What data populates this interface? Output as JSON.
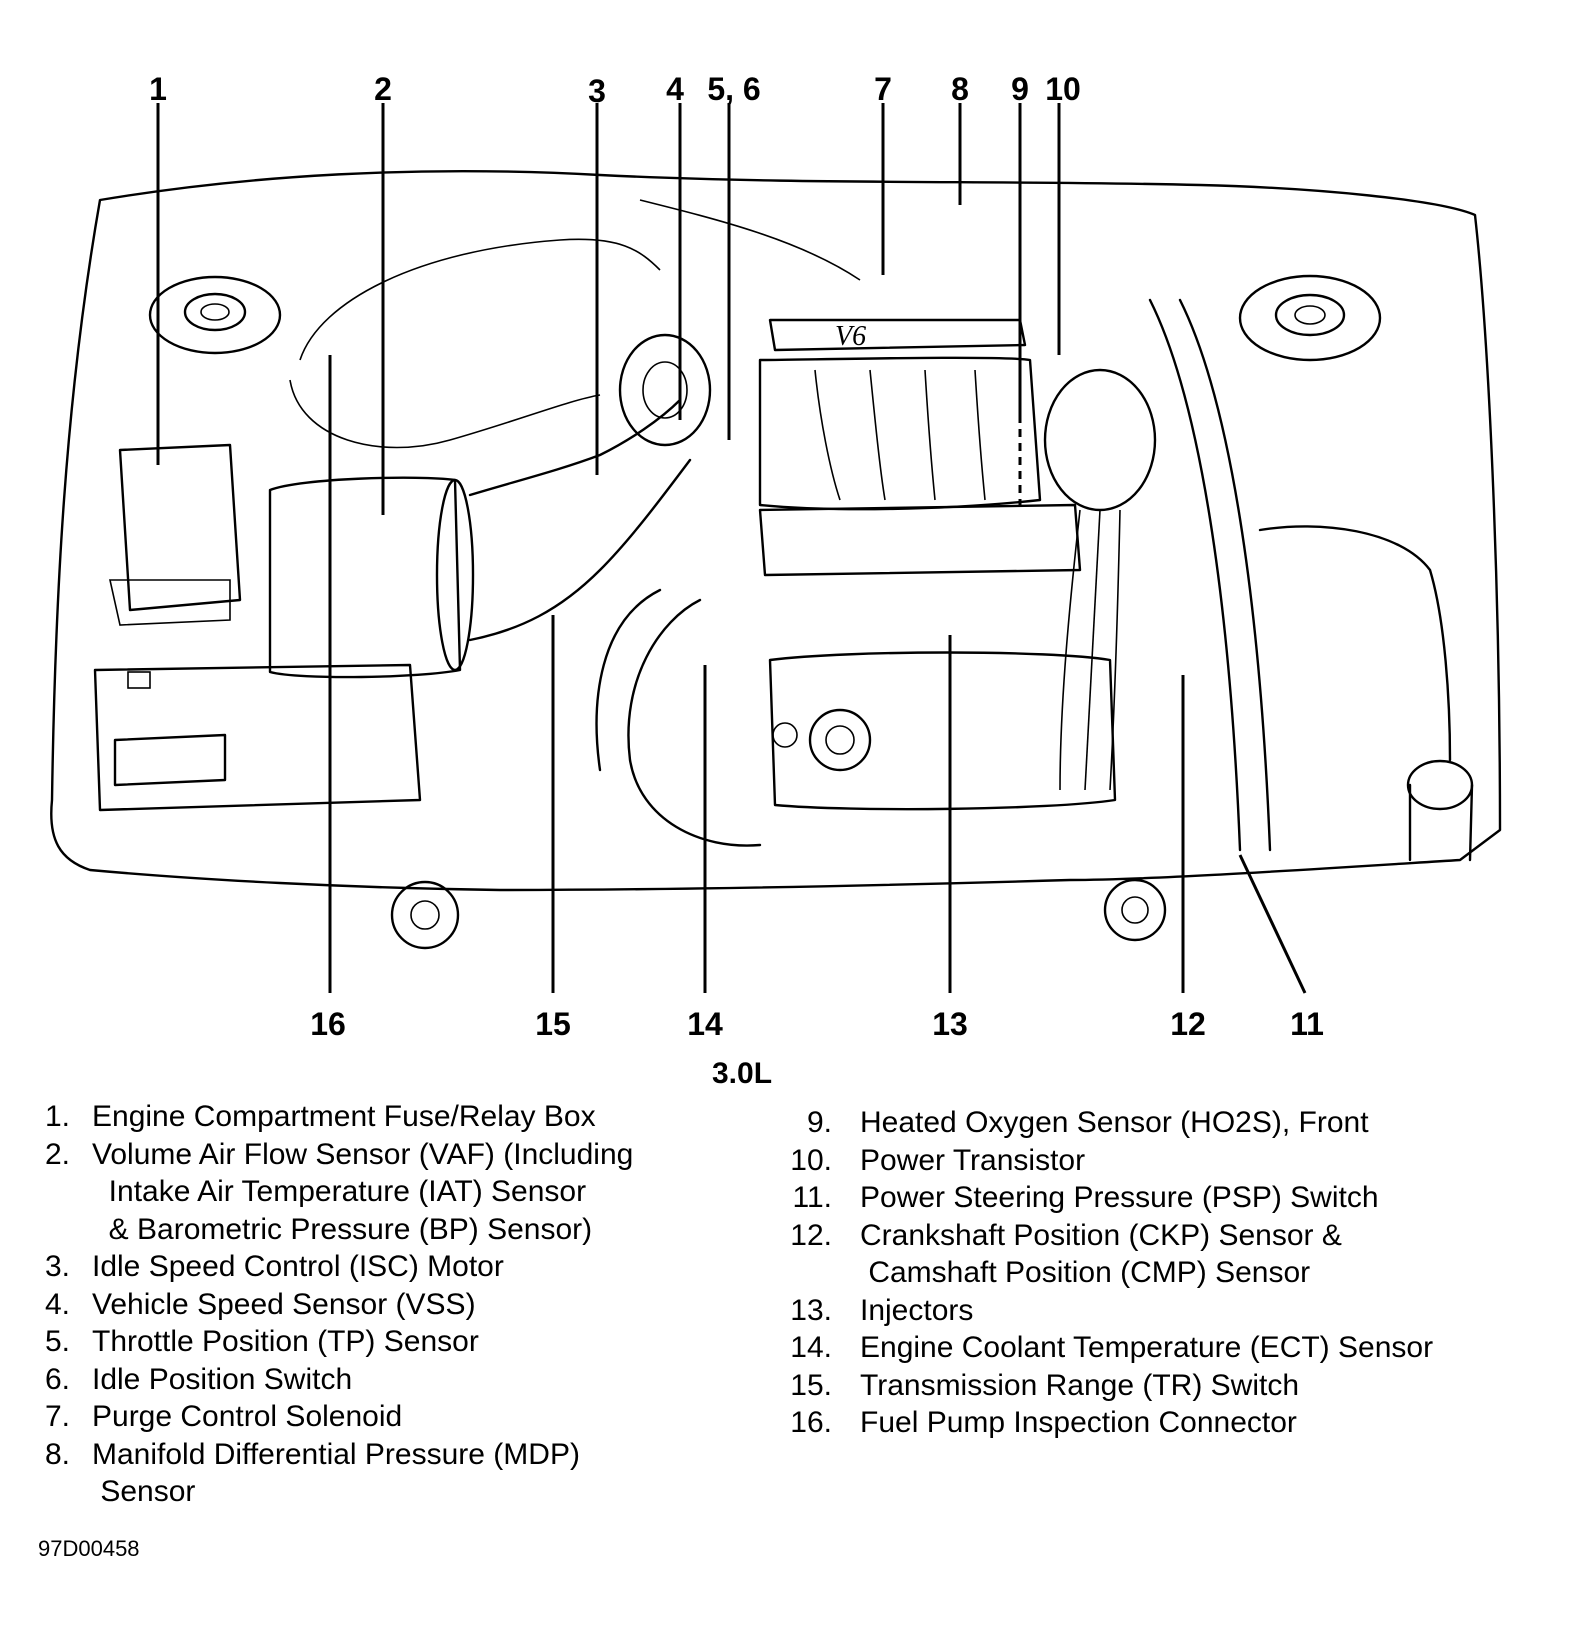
{
  "diagram": {
    "engine_label": "3.0L",
    "cover_text": "V6",
    "callouts_top": [
      "1",
      "2",
      "3",
      "4",
      "5, 6",
      "7",
      "8",
      "9",
      "10"
    ],
    "callouts_bottom": [
      "16",
      "15",
      "14",
      "13",
      "12",
      "11"
    ]
  },
  "legend": {
    "left": [
      {
        "num": "1.",
        "lines": [
          "Engine Compartment Fuse/Relay Box"
        ]
      },
      {
        "num": "2.",
        "lines": [
          "Volume Air Flow Sensor (VAF) (Including",
          "  Intake Air Temperature (IAT) Sensor",
          "  & Barometric Pressure (BP) Sensor)"
        ]
      },
      {
        "num": "3.",
        "lines": [
          "Idle Speed Control (ISC) Motor"
        ]
      },
      {
        "num": "4.",
        "lines": [
          "Vehicle Speed Sensor (VSS)"
        ]
      },
      {
        "num": "5.",
        "lines": [
          "Throttle Position (TP) Sensor"
        ]
      },
      {
        "num": "6.",
        "lines": [
          "Idle Position Switch"
        ]
      },
      {
        "num": "7.",
        "lines": [
          "Purge Control Solenoid"
        ]
      },
      {
        "num": "8.",
        "lines": [
          "Manifold Differential Pressure (MDP)",
          " Sensor"
        ]
      }
    ],
    "right": [
      {
        "num": "9.",
        "lines": [
          "Heated Oxygen Sensor (HO2S), Front"
        ]
      },
      {
        "num": "10.",
        "lines": [
          "Power Transistor"
        ]
      },
      {
        "num": "11.",
        "lines": [
          "Power Steering Pressure (PSP) Switch"
        ]
      },
      {
        "num": "12.",
        "lines": [
          "Crankshaft Position (CKP) Sensor &",
          " Camshaft Position (CMP) Sensor"
        ]
      },
      {
        "num": "13.",
        "lines": [
          "Injectors"
        ]
      },
      {
        "num": "14.",
        "lines": [
          "Engine Coolant Temperature (ECT) Sensor"
        ]
      },
      {
        "num": "15.",
        "lines": [
          "Transmission Range (TR) Switch"
        ]
      },
      {
        "num": "16.",
        "lines": [
          "Fuel Pump Inspection Connector"
        ]
      }
    ]
  },
  "image_code": "97D00458"
}
